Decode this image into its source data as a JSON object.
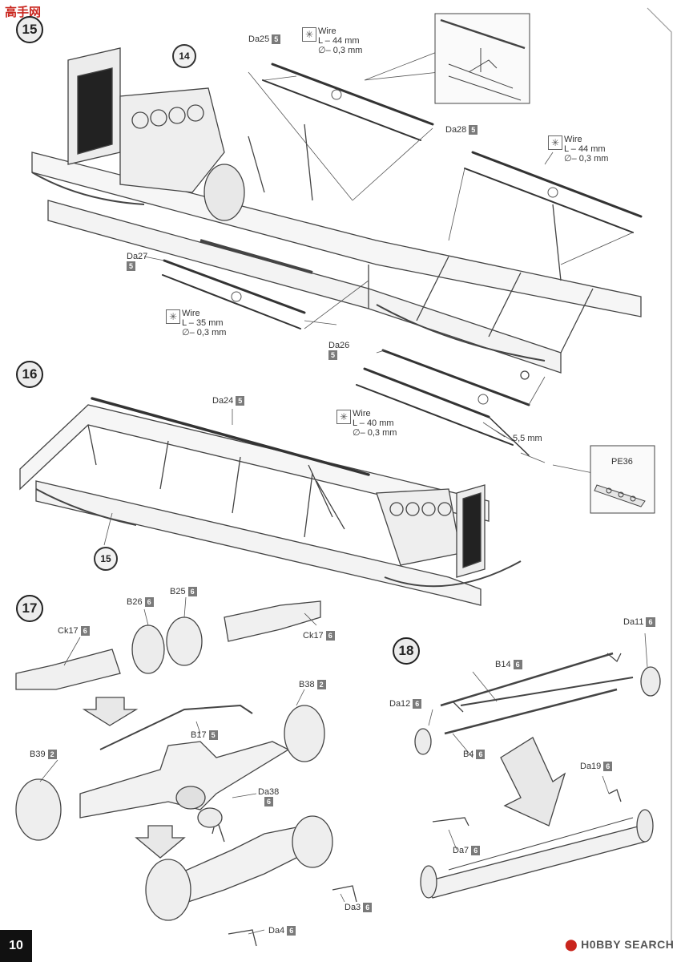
{
  "site_logo": "高手网",
  "page_number": "10",
  "watermark": {
    "icon": "hobby-search-logo-icon",
    "text": "H0BBY SEARCH"
  },
  "steps": [
    {
      "id": "15",
      "number": "15"
    },
    {
      "id": "16",
      "number": "16"
    },
    {
      "id": "17",
      "number": "17"
    },
    {
      "id": "18",
      "number": "18"
    }
  ],
  "refs": {
    "r14": "14",
    "r15": "15"
  },
  "parts": {
    "da25": {
      "name": "Da25",
      "sprue": "5"
    },
    "da28": {
      "name": "Da28",
      "sprue": "5"
    },
    "da27": {
      "name": "Da27",
      "sprue": "5"
    },
    "da26": {
      "name": "Da26",
      "sprue": "5"
    },
    "da24": {
      "name": "Da24",
      "sprue": "5"
    },
    "pe36": {
      "name": "PE36"
    },
    "b26": {
      "name": "B26",
      "sprue": "6"
    },
    "b25": {
      "name": "B25",
      "sprue": "6"
    },
    "ck17a": {
      "name": "Ck17",
      "sprue": "6"
    },
    "ck17b": {
      "name": "Ck17",
      "sprue": "6"
    },
    "b38": {
      "name": "B38",
      "sprue": "2"
    },
    "b17": {
      "name": "B17",
      "sprue": "5"
    },
    "b39": {
      "name": "B39",
      "sprue": "2"
    },
    "da38": {
      "name": "Da38",
      "sprue": "6"
    },
    "da3": {
      "name": "Da3",
      "sprue": "6"
    },
    "da4": {
      "name": "Da4",
      "sprue": "6"
    },
    "da11": {
      "name": "Da11",
      "sprue": "6"
    },
    "b14": {
      "name": "B14",
      "sprue": "6"
    },
    "da12": {
      "name": "Da12",
      "sprue": "6"
    },
    "b4": {
      "name": "B4",
      "sprue": "6"
    },
    "da19": {
      "name": "Da19",
      "sprue": "6"
    },
    "da7": {
      "name": "Da7",
      "sprue": "6"
    }
  },
  "wires": {
    "w1": {
      "label": "Wire",
      "length": "L – 44 mm",
      "diameter": "∅– 0,3 mm"
    },
    "w2": {
      "label": "Wire",
      "length": "L – 44 mm",
      "diameter": "∅– 0,3 mm"
    },
    "w3": {
      "label": "Wire",
      "length": "L – 35 mm",
      "diameter": "∅– 0,3 mm"
    },
    "w4": {
      "label": "Wire",
      "length": "L – 40 mm",
      "diameter": "∅– 0,3 mm"
    }
  },
  "dimension": "5,5 mm",
  "colors": {
    "sprue_tag": "#7a7a7a",
    "logo": "#c9251d",
    "line": "#333333"
  }
}
